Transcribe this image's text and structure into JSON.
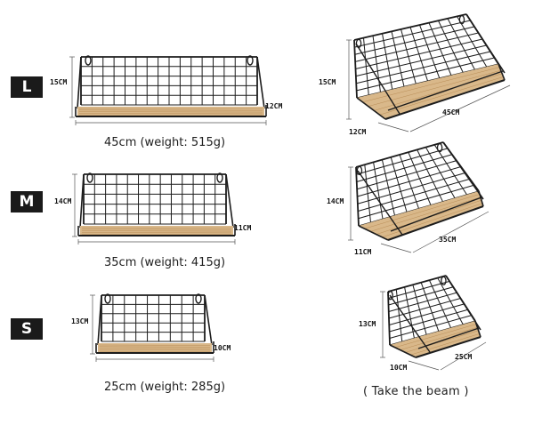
{
  "sizes": [
    {
      "badge": "L",
      "caption": "45cm (weight: 515g)",
      "front": {
        "height": "15CM",
        "depth": "12CM"
      },
      "angled": {
        "height": "15CM",
        "depth": "12CM",
        "width": "45CM"
      }
    },
    {
      "badge": "M",
      "caption": "35cm (weight: 415g)",
      "front": {
        "height": "14CM",
        "depth": "11CM"
      },
      "angled": {
        "height": "14CM",
        "depth": "11CM",
        "width": "35CM"
      }
    },
    {
      "badge": "S",
      "caption": "25cm (weight: 285g)",
      "front": {
        "height": "13CM",
        "depth": "10CM"
      },
      "angled": {
        "height": "13CM",
        "depth": "10CM",
        "width": "25CM"
      }
    }
  ],
  "note": "( Take the beam )",
  "colors": {
    "wire": "#1c1c1c",
    "wood": "#d9b88a",
    "wood_dark": "#b98d57",
    "badge": "#1a1a1a"
  }
}
